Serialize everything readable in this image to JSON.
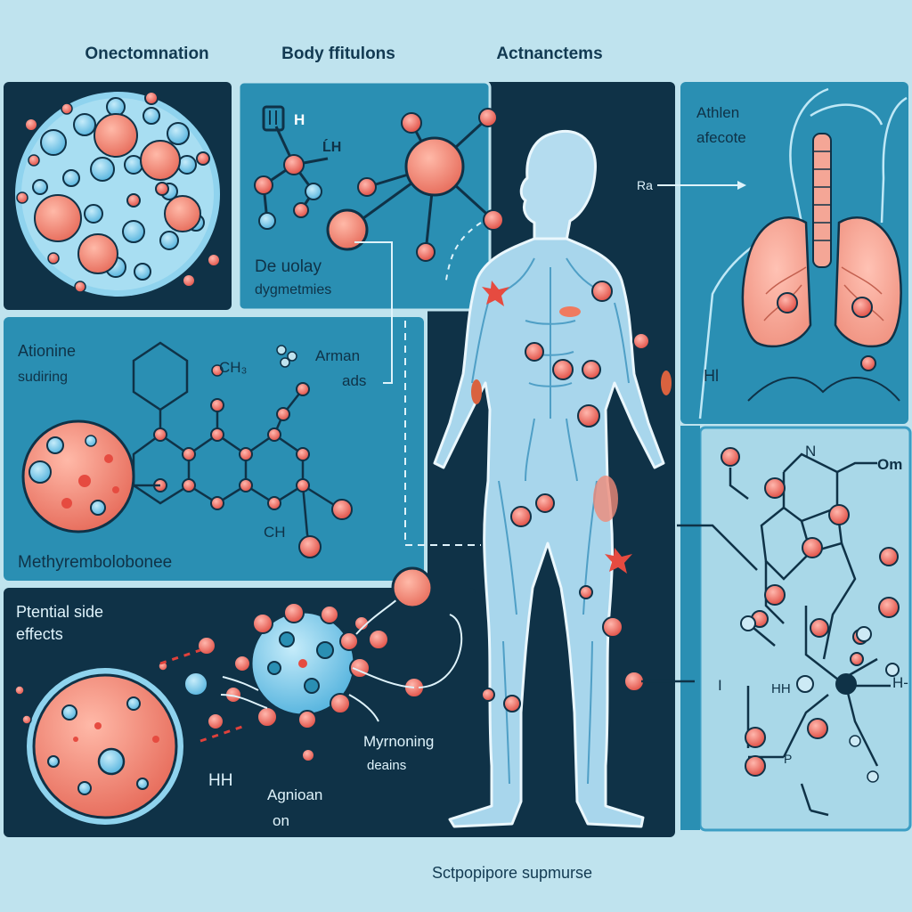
{
  "header": {
    "col1": "Onectomnation",
    "col2": "Body ffitulons",
    "col3": "Actnanctems"
  },
  "panels": {
    "molecule_cluster": {},
    "structure_top": {
      "label_h": "H",
      "label_ch": "ĹH",
      "caption_1": "De uolay",
      "caption_2": "dygmetmies"
    },
    "lungs": {
      "title_1": "Athlen",
      "title_2": "afecote",
      "arrow_label": "Ra",
      "label_hi": "Hl"
    },
    "steroid": {
      "label_1": "Ationine",
      "label_2": "sudiring",
      "label_ch3": "CH₃",
      "label_arman": "Arman",
      "label_ads": "ads",
      "label_ch": "CH",
      "caption": "Methyrembolobonee"
    },
    "side_effects": {
      "title_1": "Ptential side",
      "title_2": "effects",
      "label_hh": "HH",
      "label_agnioan_1": "Agnioan",
      "label_agnioan_2": "on",
      "label_myroning_1": "Myrnoning",
      "label_myroning_2": "deains"
    },
    "structure_right": {
      "label_n": "N",
      "label_om": "Om",
      "label_i": "I",
      "label_hh": "HH",
      "label_h": "H-",
      "label_p": "P"
    }
  },
  "footer": {
    "caption": "Sctpopipore supmurse"
  },
  "colors": {
    "background": "#bfe3ee",
    "panel_dark": "#0f3247",
    "panel_mid": "#2a8fb3",
    "panel_light": "#a9d8e8",
    "cell_salmon": "#f08a78",
    "cell_blue": "#6cc3e8",
    "node_red": "#e0413b",
    "body_line": "#dff3fb"
  }
}
